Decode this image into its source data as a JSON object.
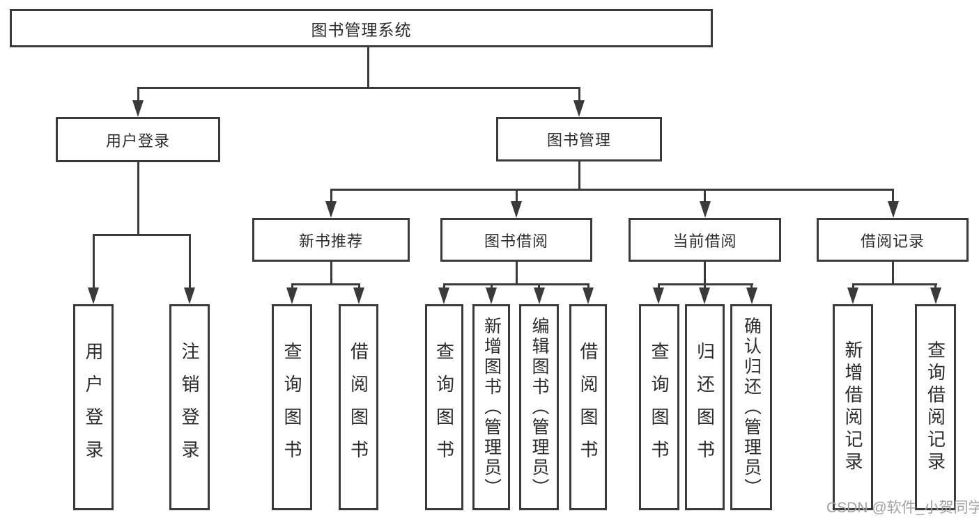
{
  "diagram": {
    "type": "tree-flowchart",
    "watermark": "CSDN @软件_小贺同学",
    "root": {
      "label": "图书管理系统"
    },
    "level2": [
      {
        "id": "user-login",
        "label": "用户登录"
      },
      {
        "id": "book-management",
        "label": "图书管理"
      }
    ],
    "level3": [
      {
        "id": "new-book-recommend",
        "parent": "图书管理",
        "label": "新书推荐"
      },
      {
        "id": "book-borrow",
        "parent": "图书管理",
        "label": "图书借阅"
      },
      {
        "id": "current-borrow",
        "parent": "图书管理",
        "label": "当前借阅"
      },
      {
        "id": "borrow-records",
        "parent": "图书管理",
        "label": "借阅记录"
      }
    ],
    "leaves": [
      {
        "parent": "用户登录",
        "label": "用户登录"
      },
      {
        "parent": "用户登录",
        "label": "注销登录"
      },
      {
        "parent": "新书推荐",
        "label": "查询图书"
      },
      {
        "parent": "新书推荐",
        "label": "借阅图书"
      },
      {
        "parent": "图书借阅",
        "label": "查询图书"
      },
      {
        "parent": "图书借阅",
        "label": "新增图书（管理员）"
      },
      {
        "parent": "图书借阅",
        "label": "编辑图书（管理员）"
      },
      {
        "parent": "图书借阅",
        "label": "借阅图书"
      },
      {
        "parent": "当前借阅",
        "label": "查询图书"
      },
      {
        "parent": "当前借阅",
        "label": "归还图书"
      },
      {
        "parent": "当前借阅",
        "label": "确认归还（管理员）"
      },
      {
        "parent": "借阅记录",
        "label": "新增借阅记录"
      },
      {
        "parent": "借阅记录",
        "label": "查询借阅记录"
      }
    ],
    "colors": {
      "line": "#3a3a3a",
      "text": "#2b2b2b",
      "watermark": "#a0a0a0",
      "background": "#ffffff"
    }
  }
}
